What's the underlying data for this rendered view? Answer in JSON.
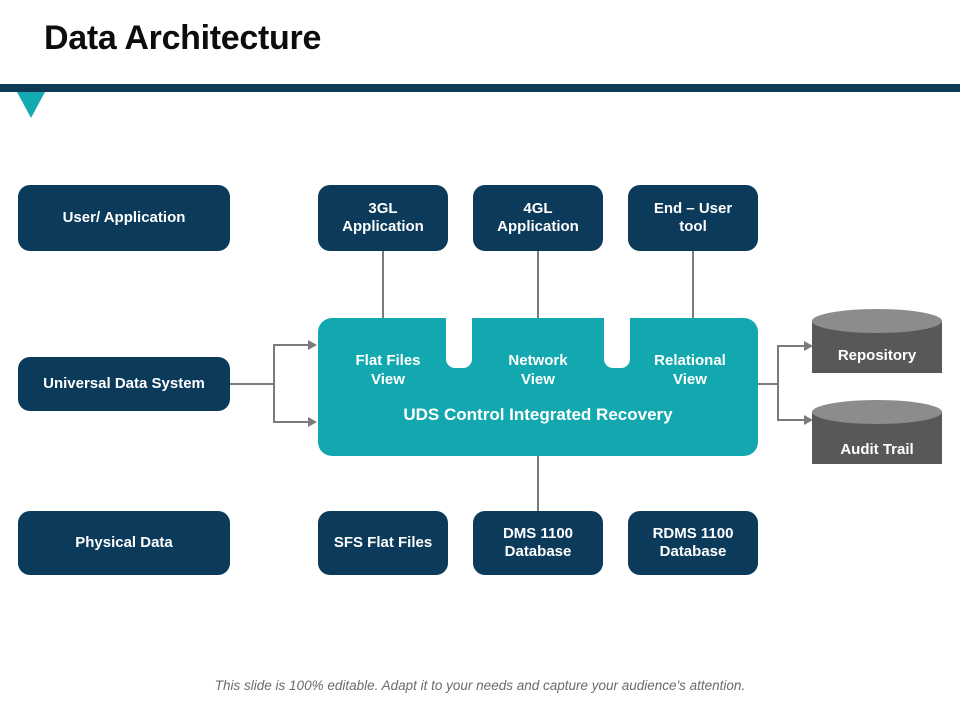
{
  "header": {
    "title": "Data Architecture",
    "rule_color": "#0e3a55",
    "marker_color": "#13aab2",
    "marker_icon": "triangle-down-icon"
  },
  "theme": {
    "navy": "#0b3a5b",
    "teal": "#13a8b0",
    "cylinder_body": "#585858",
    "cylinder_top": "#8c8c8c",
    "connector": "#7b7b7b",
    "text_on_fill": "#ffffff",
    "footer_text": "#6b6b6b"
  },
  "layers": {
    "row_labels": [
      {
        "id": "user-application",
        "label": "User/ Application"
      },
      {
        "id": "universal-data-system",
        "label": "Universal Data System"
      },
      {
        "id": "physical-data",
        "label": "Physical Data"
      }
    ]
  },
  "application_row": [
    {
      "id": "3gl-application",
      "label": "3GL\nApplication"
    },
    {
      "id": "4gl-application",
      "label": "4GL\nApplication"
    },
    {
      "id": "end-user-tool",
      "label": "End – User\ntool"
    }
  ],
  "uds_block": {
    "views": [
      {
        "id": "flat-files-view",
        "label": "Flat Files\nView"
      },
      {
        "id": "network-view",
        "label": "Network\nView"
      },
      {
        "id": "relational-view",
        "label": "Relational\nView"
      }
    ],
    "control_label": "UDS Control Integrated Recovery"
  },
  "stores": [
    {
      "id": "repository",
      "label": "Repository"
    },
    {
      "id": "audit-trail",
      "label": "Audit Trail"
    }
  ],
  "physical_row": [
    {
      "id": "sfs-flat-files",
      "label": "SFS Flat Files"
    },
    {
      "id": "dms-1100-database",
      "label": "DMS 1100\nDatabase"
    },
    {
      "id": "rdms-1100-database",
      "label": "RDMS 1100\nDatabase"
    }
  ],
  "footer": {
    "note": "This slide is 100% editable. Adapt it to your needs and capture your audience's attention."
  }
}
